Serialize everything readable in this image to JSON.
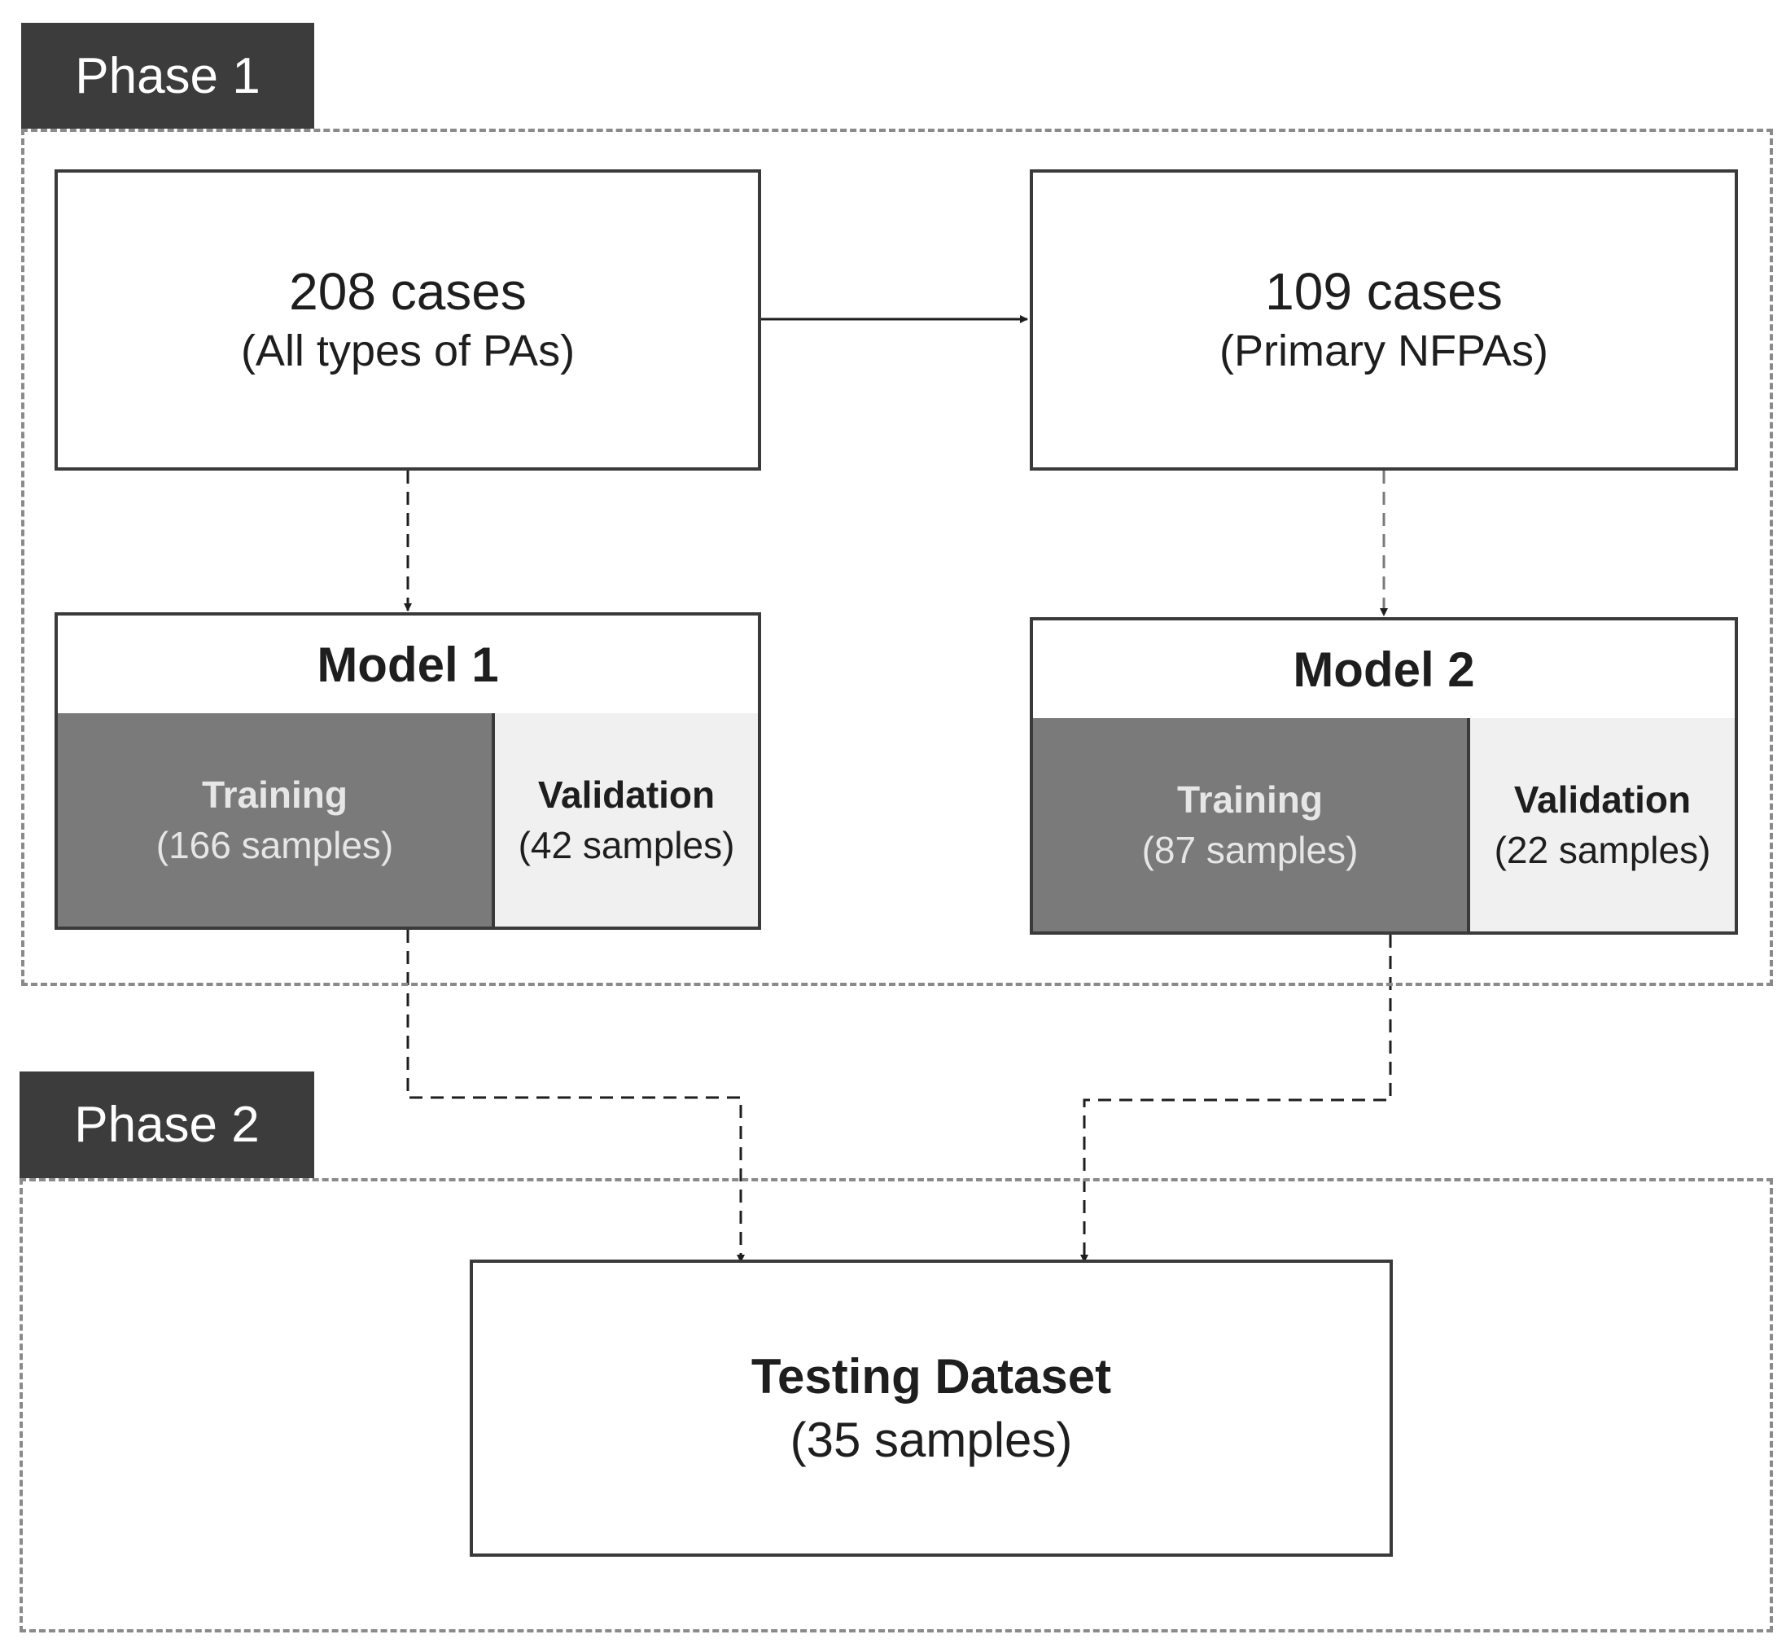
{
  "phase1": {
    "label": "Phase 1"
  },
  "phase2": {
    "label": "Phase 2"
  },
  "all_cases": {
    "count": "208 cases",
    "description": "(All types of PAs)"
  },
  "nfpa_cases": {
    "count": "109 cases",
    "description": "(Primary NFPAs)"
  },
  "model1": {
    "title": "Model 1",
    "training": {
      "label": "Training",
      "samples": "(166 samples)"
    },
    "validation": {
      "label": "Validation",
      "samples": "(42 samples)"
    }
  },
  "model2": {
    "title": "Model 2",
    "training": {
      "label": "Training",
      "samples": "(87 samples)"
    },
    "validation": {
      "label": "Validation",
      "samples": "(22 samples)"
    }
  },
  "testing": {
    "title": "Testing Dataset",
    "samples": "(35 samples)"
  },
  "colors": {
    "phase_tab": "#3c3c3c",
    "box_border": "#3a3a3a",
    "training_fill": "#7a7a7a",
    "validation_fill": "#f0f0f0",
    "dashed_frame": "#8a8a8a"
  }
}
